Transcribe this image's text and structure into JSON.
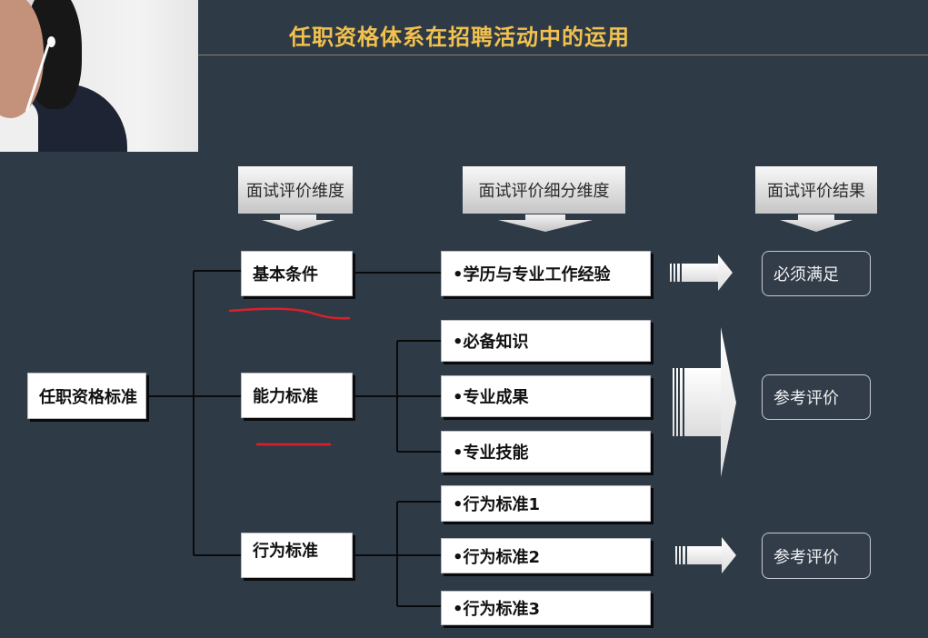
{
  "slide": {
    "title": "任职资格体系在招聘活动中的运用",
    "colors": {
      "background": "#2f3a47",
      "title": "#f2c14e",
      "annotation": "#d9202b"
    }
  },
  "headers": [
    {
      "label": "面试评价维度"
    },
    {
      "label": "面试评价细分维度"
    },
    {
      "label": "面试评价结果"
    }
  ],
  "root": {
    "label": "任职资格标准"
  },
  "dimensions": [
    {
      "label": "基本条件"
    },
    {
      "label": "能力标准"
    },
    {
      "label": "行为标准"
    }
  ],
  "sub_dimensions": [
    {
      "label": "•学历与专业工作经验"
    },
    {
      "label": "•必备知识"
    },
    {
      "label": "•专业成果"
    },
    {
      "label": "•专业技能"
    },
    {
      "label": "•行为标准1"
    },
    {
      "label": "•行为标准2"
    },
    {
      "label": "•行为标准3"
    }
  ],
  "results": [
    {
      "label": "必须满足"
    },
    {
      "label": "参考评价"
    },
    {
      "label": "参考评价"
    }
  ],
  "icons": {
    "header_arrow": "arrow-down-icon",
    "result_arrow": "arrow-right-icon"
  }
}
